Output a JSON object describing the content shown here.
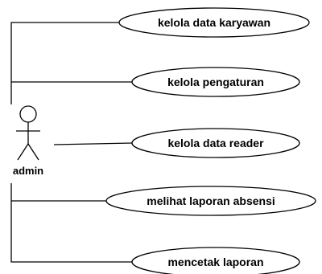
{
  "actor": {
    "label": "admin"
  },
  "use_cases": [
    {
      "label": "kelola data karyawan"
    },
    {
      "label": "kelola pengaturan"
    },
    {
      "label": "kelola data reader"
    },
    {
      "label": "melihat laporan absensi"
    },
    {
      "label": "mencetak laporan"
    }
  ]
}
